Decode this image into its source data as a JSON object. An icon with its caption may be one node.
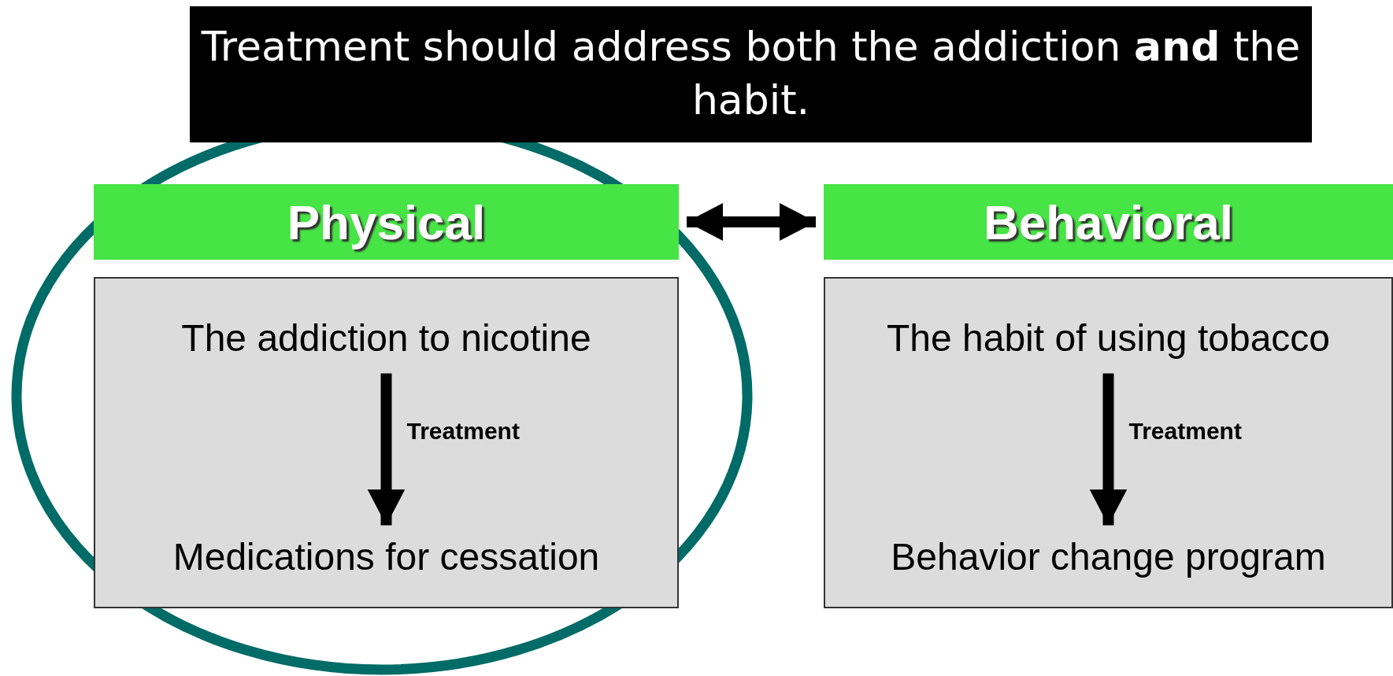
{
  "diagram": {
    "title": "Treatment should address both the addiction **and** the habit.",
    "nodes": [
      {
        "text": [
          "Physical"
        ]
      },
      {
        "text": [
          "The addiction to nicotine"
        ],
        "in": 0
      },
      {
        "text": [
          "Medications for cessation"
        ],
        "in": 0
      },
      {
        "text": [
          "Behavioral"
        ]
      },
      {
        "text": [
          "The habit of using tobacco"
        ],
        "in": 3
      },
      {
        "text": [
          "Behavior change program"
        ],
        "in": 3
      }
    ],
    "edges": [
      {
        "from": 0,
        "to": 3,
        "arrow": "both"
      },
      {
        "from": 1,
        "to": 2,
        "arrow": "to",
        "label": "Treatment"
      },
      {
        "from": 4,
        "to": 5,
        "arrow": "to",
        "label": "Treatment"
      }
    ]
  }
}
